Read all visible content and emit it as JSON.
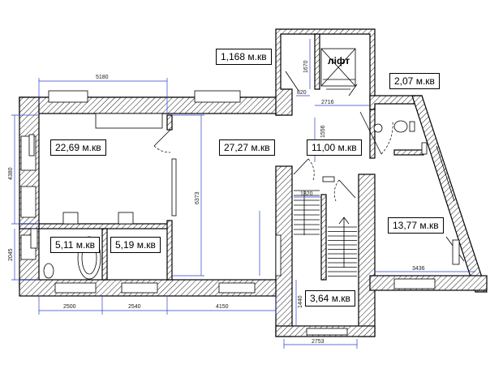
{
  "rooms": [
    {
      "id": "room-1",
      "area": "22,69 м.кв"
    },
    {
      "id": "room-2",
      "area": "27,27 м.кв"
    },
    {
      "id": "room-3",
      "area": "11,00 м.кв"
    },
    {
      "id": "room-4",
      "area": "13,77 м.кв"
    },
    {
      "id": "room-5",
      "area": "5,11 м.кв"
    },
    {
      "id": "room-6",
      "area": "5,19 м.кв"
    },
    {
      "id": "room-7",
      "area": "3,64 м.кв"
    },
    {
      "id": "room-8",
      "area": "1,168 м.кв"
    },
    {
      "id": "room-9",
      "area": "2,07 м.кв"
    }
  ],
  "lift_label": "ліфт",
  "dimensions": {
    "top_width_left": "5180",
    "left_height_upper": "4380",
    "left_height_lower": "2045",
    "inner_vertical": "6373",
    "bottom_1": "2500",
    "bottom_2": "2540",
    "bottom_3": "4150",
    "lift_width": "2716",
    "lift_height": "1670",
    "lift_small": "820",
    "corridor_vertical": "1556",
    "stair_width": "1320",
    "right_width": "3436",
    "stair_bottom_width": "2753",
    "stair_bottom_height": "1440"
  },
  "colors": {
    "dimension_line": "#2d3fd0",
    "wall": "#000000"
  }
}
